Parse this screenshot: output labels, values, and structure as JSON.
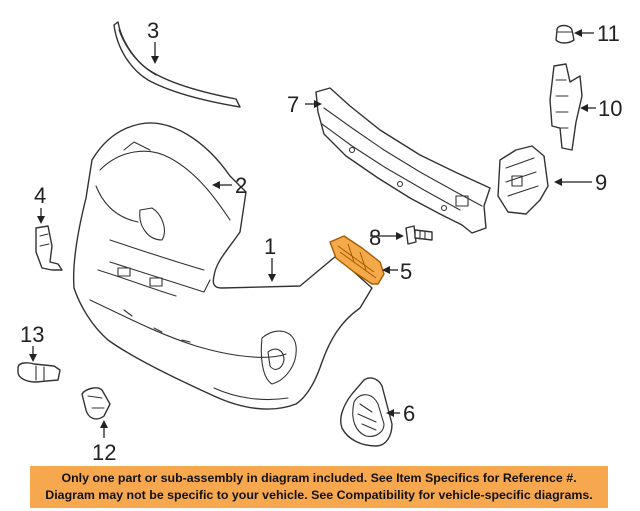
{
  "callouts": {
    "c1": "1",
    "c2": "2",
    "c3": "3",
    "c4": "4",
    "c5": "5",
    "c6": "6",
    "c7": "7",
    "c8": "8",
    "c9": "9",
    "c10": "10",
    "c11": "11",
    "c12": "12",
    "c13": "13"
  },
  "colors": {
    "highlight_fill": "#f4a94a",
    "highlight_stroke": "#a85a00",
    "banner_background": "#f7a84f",
    "line": "#333333"
  },
  "banner": {
    "line1": "Only one part or sub-assembly in diagram included. See Item Specifics for Reference #.",
    "line2": "Diagram may not be specific to your vehicle. See Compatibility for vehicle-specific diagrams."
  }
}
